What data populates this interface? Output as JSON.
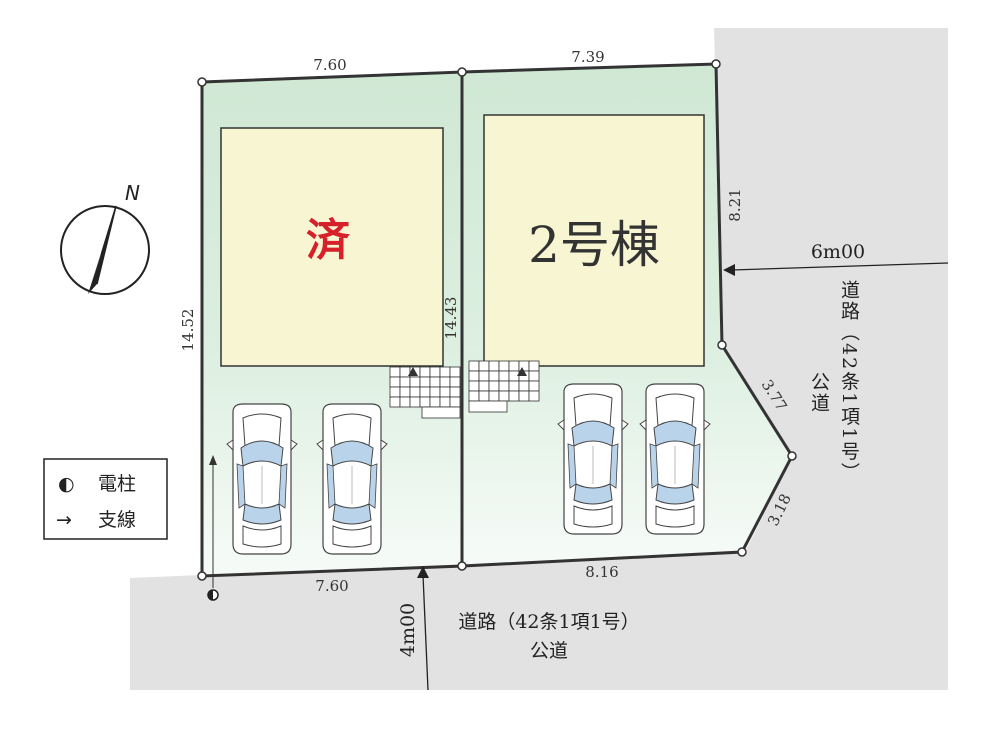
{
  "lots": {
    "left": {
      "label": "済",
      "label_color": "#d6202a"
    },
    "right": {
      "label": "2号棟",
      "label_color": "#333333"
    }
  },
  "dimensions": {
    "top_left": "7.60",
    "top_right": "7.39",
    "left_side": "14.52",
    "center_divider": "14.43",
    "right_upper": "8.21",
    "right_corner_upper": "3.77",
    "right_corner_lower": "3.18",
    "bottom_left": "7.60",
    "bottom_right": "8.16"
  },
  "roads": {
    "east": {
      "width": "6m00",
      "name": "道路（42条1項1号）",
      "type": "公道"
    },
    "south": {
      "width": "4m00",
      "name": "道路（42条1項1号）",
      "type": "公道"
    }
  },
  "compass": {
    "label": "N"
  },
  "legend": {
    "pole": {
      "symbol": "◐",
      "label": "電柱"
    },
    "wire": {
      "symbol": "→",
      "label": "支線"
    }
  },
  "colors": {
    "road": "#e2e2e2",
    "lot_green": "#cfe8d4",
    "building": "#f8f6d2",
    "outline": "#333333",
    "car_glass": "#b9d3ea"
  }
}
